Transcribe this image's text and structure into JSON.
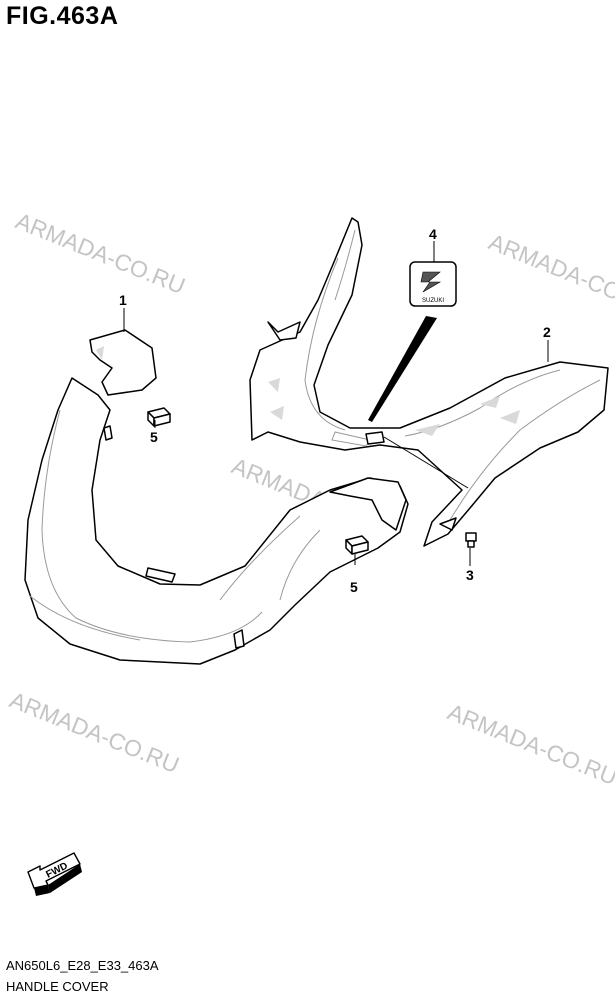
{
  "figure": {
    "title": "FIG.463A"
  },
  "footer": {
    "code": "AN650L6_E28_E33_463A",
    "name": "HANDLE COVER"
  },
  "watermarks": [
    "ARMADA-CO.RU",
    "ARMADA-CO.RU",
    "ARMADA-CO.RU",
    "ARMADA-CO.RU",
    "ARMADA-CO.RU"
  ],
  "callouts": {
    "p1": "1",
    "p2": "2",
    "p3": "3",
    "p4": "4",
    "p5a": "5",
    "p5b": "5"
  },
  "fwd_label": "FWD",
  "emblem_text": "SUZUKI"
}
